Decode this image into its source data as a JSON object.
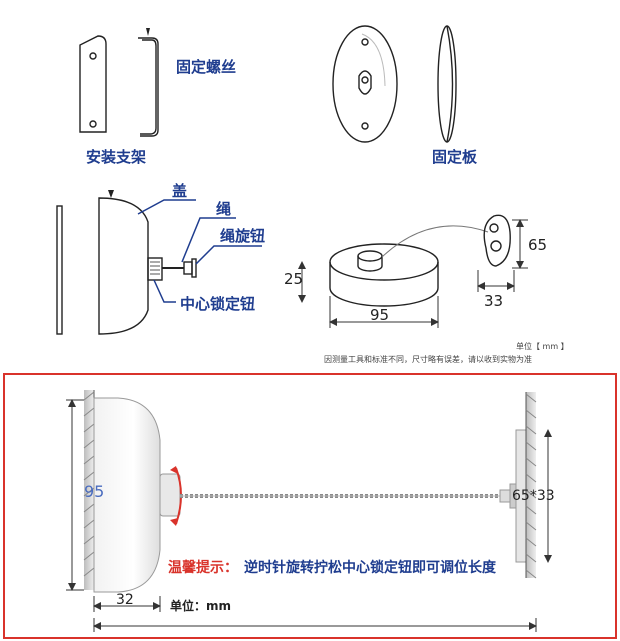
{
  "top_labels": {
    "fixing_screw": "固定螺丝",
    "mounting_bracket": "安装支架",
    "fixing_plate": "固定板",
    "cover": "盖",
    "rope": "绳",
    "rope_knob": "绳旋钮",
    "center_lock_knob": "中心锁定钮"
  },
  "top_dims": {
    "height": "25",
    "diameter": "95",
    "plate_height": "65",
    "plate_width": "33"
  },
  "unit_note": "单位【 mm 】",
  "accuracy_note": "因测量工具和标准不同，尺寸略有误差，请以收到实物为准",
  "bottom": {
    "dim_height": "95",
    "dim_plate": "65*33",
    "dim_depth": "32",
    "tip_label": "温馨提示：",
    "tip_text": "逆时针旋转拧松中心锁定钮即可调位长度",
    "unit": "单位：mm"
  },
  "colors": {
    "label_blue": "#1f3d8f",
    "frame_red": "#d9332b",
    "tip_red": "#d9332b",
    "rope_gray": "#8a8a8a"
  }
}
